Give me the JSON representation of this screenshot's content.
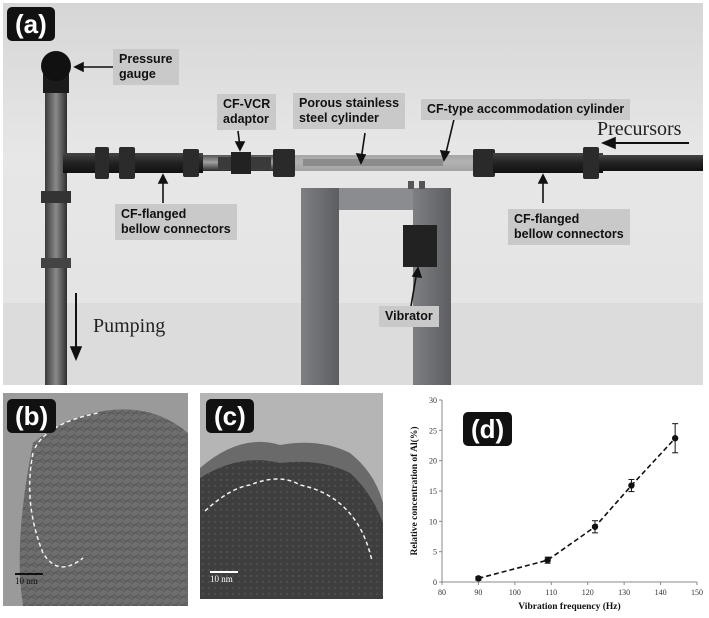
{
  "panel_a": {
    "tag": "(a)",
    "labels": {
      "pressure_gauge": "Pressure\ngauge",
      "cf_vcr_adaptor": "CF-VCR\nadaptor",
      "porous_cylinder": "Porous stainless\nsteel cylinder",
      "accommodation_cylinder": "CF-type accommodation cylinder",
      "bellow_left": "CF-flanged\nbellow connectors",
      "bellow_right": "CF-flanged\nbellow connectors",
      "vibrator": "Vibrator",
      "precursors": "Precursors",
      "pumping": "Pumping"
    }
  },
  "panel_b": {
    "tag": "(b)",
    "scale": "10 nm"
  },
  "panel_c": {
    "tag": "(c)",
    "scale": "10 nm"
  },
  "panel_d": {
    "tag": "(d)"
  },
  "chart_data": {
    "type": "scatter",
    "xlabel": "Vibration frequency (Hz)",
    "ylabel": "Relative concentration of Al(%)",
    "xlim": [
      80,
      150
    ],
    "ylim": [
      0,
      30
    ],
    "xticks": [
      80,
      90,
      100,
      110,
      120,
      130,
      140,
      150
    ],
    "yticks": [
      0,
      5,
      10,
      15,
      20,
      25,
      30
    ],
    "x": [
      90,
      109,
      122,
      132,
      144
    ],
    "y": [
      0.6,
      3.6,
      9.1,
      15.9,
      23.7
    ],
    "err": [
      0.3,
      0.5,
      1.0,
      1.0,
      2.4
    ],
    "line_style": "dashed",
    "marker_color": "#111111"
  }
}
